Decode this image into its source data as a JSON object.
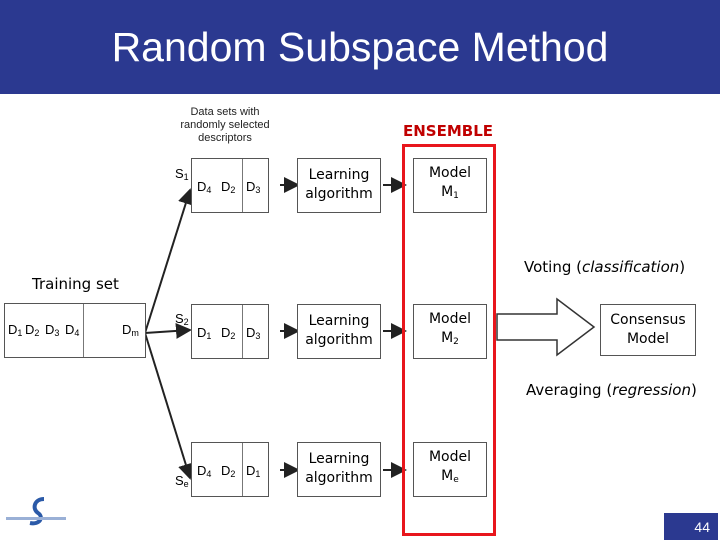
{
  "title": "Random Subspace Method",
  "datasets_note": [
    "Data sets with",
    "randomly selected",
    "descriptors"
  ],
  "ensemble_label": "ENSEMBLE",
  "training_set": {
    "label": "Training set",
    "cols": [
      "D1",
      "D2",
      "D3",
      "D4",
      "Dm"
    ]
  },
  "subsets": [
    {
      "name": "S1",
      "descriptors": [
        "D4",
        "D2",
        "D3"
      ]
    },
    {
      "name": "S2",
      "descriptors": [
        "D1",
        "D2",
        "D3"
      ]
    },
    {
      "name": "Se",
      "descriptors": [
        "D4",
        "D2",
        "D1"
      ]
    }
  ],
  "learning": [
    "Learning",
    "algorithm"
  ],
  "models": [
    {
      "line1": "Model",
      "line2": "M1"
    },
    {
      "line1": "Model",
      "line2": "M2"
    },
    {
      "line1": "Model",
      "line2": "Me"
    }
  ],
  "voting": {
    "text": "Voting (",
    "em": "classification",
    "close": ")"
  },
  "averaging": {
    "text": "Averaging (",
    "em": "regression",
    "close": ")"
  },
  "consensus": [
    "Consensus",
    "Model"
  ],
  "page_number": "44",
  "colors": {
    "title_bar": "#2b3990",
    "ensemble": "#c00000",
    "frame": "#e8161c"
  }
}
